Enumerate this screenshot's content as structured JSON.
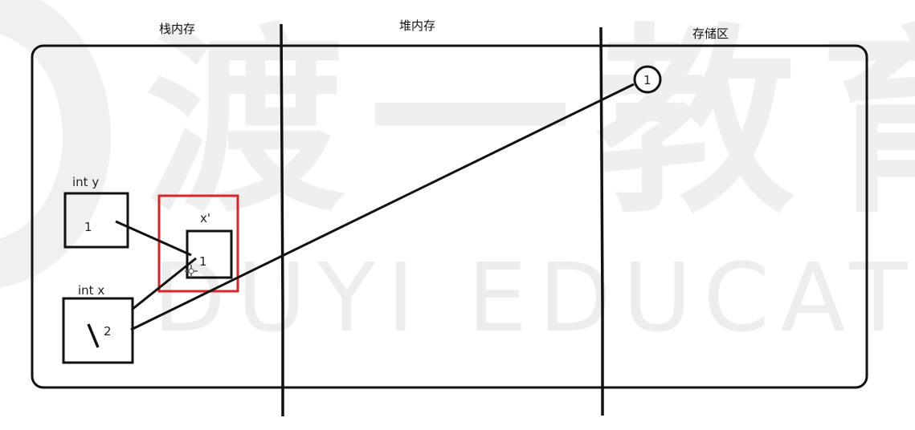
{
  "watermark": {
    "cjk_text": "渡一教育",
    "latin_text": "DUYI EDUCATION",
    "color": "#ececec"
  },
  "sections": {
    "stack": "栈内存",
    "heap": "堆内存",
    "storage": "存储区"
  },
  "stack_vars": {
    "y_label": "int y",
    "y_value": "1",
    "x_label": "int  x",
    "x_value": "2",
    "copy_label": "x'",
    "copy_value": "1"
  },
  "storage_item": {
    "value": "1"
  },
  "colors": {
    "ink": "#111111",
    "highlight": "#d9262c"
  }
}
